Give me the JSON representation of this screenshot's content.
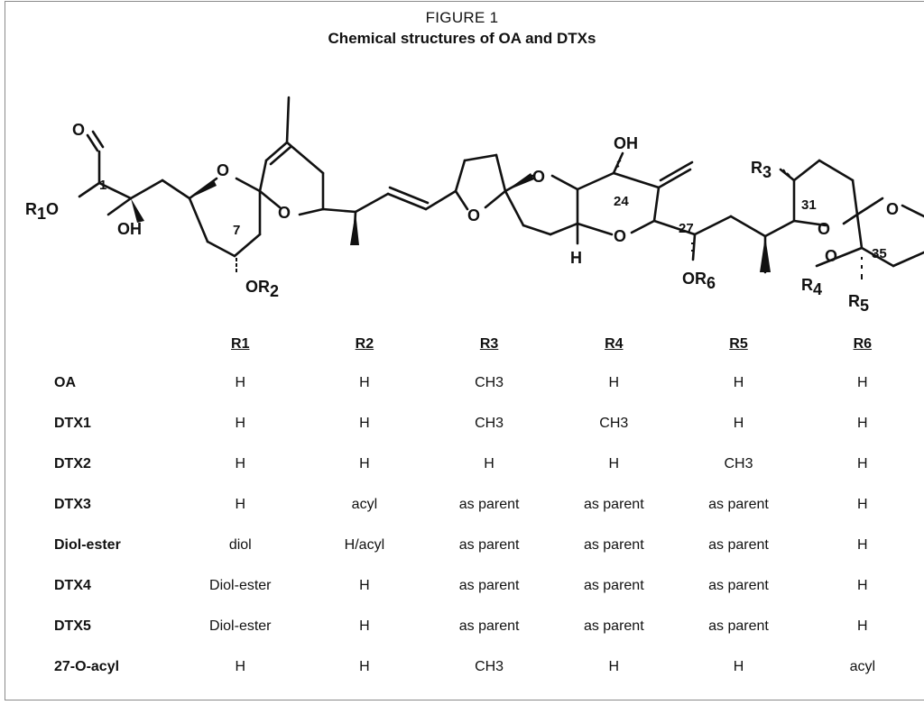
{
  "figure": {
    "label": "FIGURE 1",
    "title": "Chemical structures of OA and DTXs"
  },
  "structure": {
    "atoms": {
      "o1": "O",
      "c1": "1",
      "r1": "R",
      "r1_sub": "1",
      "o_r1": "O",
      "oh_left": "OH",
      "o_ring1": "O",
      "o_spiro1": "O",
      "c7": "7",
      "or2": "OR",
      "or2_sub": "2",
      "o_thf": "O",
      "o_ring3": "O",
      "oh_top": "OH",
      "c24": "24",
      "h_ring": "H",
      "o_ring4": "O",
      "c27": "27",
      "or6": "OR",
      "or6_sub": "6",
      "r3": "R",
      "r3_sub": "3",
      "c31": "31",
      "o_ring5": "O",
      "o_ring6": "O",
      "o_ring7": "O",
      "c35": "35",
      "r4": "R",
      "r4_sub": "4",
      "r5": "R",
      "r5_sub": "5"
    }
  },
  "table": {
    "headers": [
      "R1",
      "R2",
      "R3",
      "R4",
      "R5",
      "R6"
    ],
    "rows": [
      {
        "name": "OA",
        "cells": [
          "H",
          "H",
          "CH3",
          "H",
          "H",
          "H"
        ]
      },
      {
        "name": "DTX1",
        "cells": [
          "H",
          "H",
          "CH3",
          "CH3",
          "H",
          "H"
        ]
      },
      {
        "name": "DTX2",
        "cells": [
          "H",
          "H",
          "H",
          "H",
          "CH3",
          "H"
        ]
      },
      {
        "name": "DTX3",
        "cells": [
          "H",
          "acyl",
          "as parent",
          "as parent",
          "as parent",
          "H"
        ]
      },
      {
        "name": "Diol-ester",
        "cells": [
          "diol",
          "H/acyl",
          "as parent",
          "as parent",
          "as parent",
          "H"
        ]
      },
      {
        "name": "DTX4",
        "cells": [
          "Diol-ester",
          "H",
          "as parent",
          "as parent",
          "as parent",
          "H"
        ]
      },
      {
        "name": "DTX5",
        "cells": [
          "Diol-ester",
          "H",
          "as parent",
          "as parent",
          "as parent",
          "H"
        ]
      },
      {
        "name": "27-O-acyl",
        "cells": [
          "H",
          "H",
          "CH3",
          "H",
          "H",
          "acyl"
        ]
      }
    ]
  }
}
